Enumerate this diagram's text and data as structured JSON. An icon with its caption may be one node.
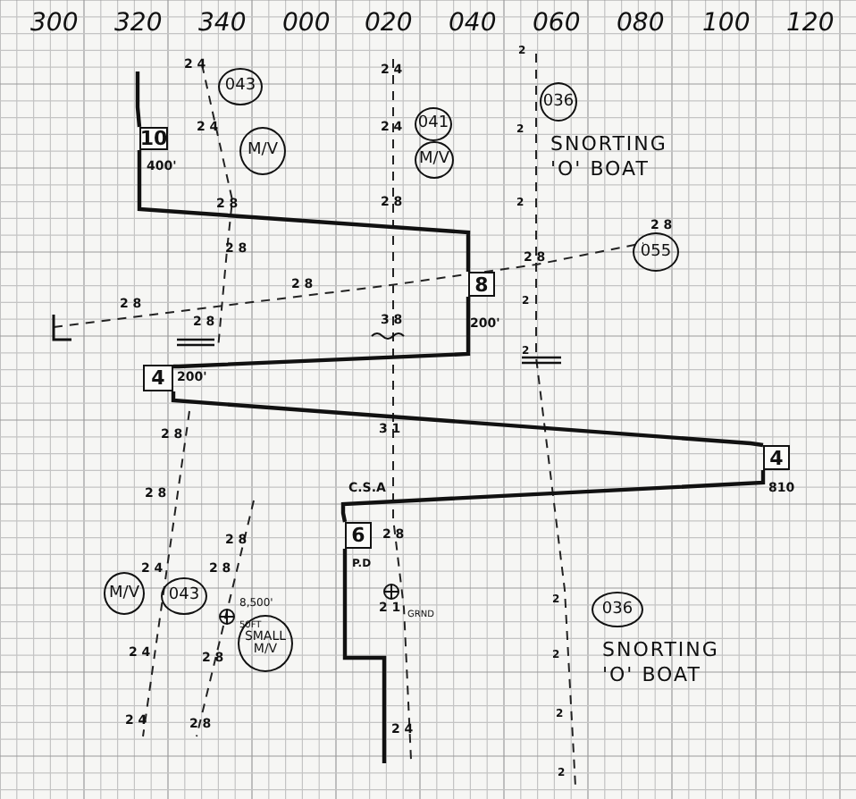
{
  "diagram": {
    "nodes": [
      {
        "text": [
          "043"
        ]
      },
      {
        "text": [
          "036"
        ]
      },
      {
        "text": [
          "041"
        ]
      },
      {
        "text": [
          "M/V"
        ]
      },
      {
        "text": [
          "M/V"
        ]
      },
      {
        "text": [
          "10"
        ],
        "beside": [
          "400'"
        ]
      },
      {
        "text": [
          "055"
        ],
        "beside": [
          "2 8"
        ]
      },
      {
        "text": [
          "8"
        ],
        "beside": [
          "200'"
        ]
      },
      {
        "text": [
          "4"
        ],
        "beside": [
          "200'"
        ]
      },
      {
        "text": [
          "4"
        ],
        "beside": [
          "810"
        ]
      },
      {
        "text": [
          "6"
        ]
      },
      {
        "text": [
          "M/V"
        ]
      },
      {
        "text": [
          "043"
        ]
      },
      {
        "text": [
          "036"
        ]
      },
      {
        "text": [
          "SMALL M/V"
        ]
      }
    ],
    "edges": [
      {
        "from": null,
        "to": 5,
        "arrow": "none"
      },
      {
        "from": 5,
        "to": 7,
        "arrow": "none"
      },
      {
        "from": 7,
        "to": 8,
        "arrow": "none"
      },
      {
        "from": 8,
        "to": 9,
        "arrow": "none"
      },
      {
        "from": 9,
        "to": 10,
        "arrow": "none"
      },
      {
        "from": 10,
        "to": null,
        "arrow": "none"
      }
    ],
    "labels": [
      "300",
      "320",
      "340",
      "000",
      "020",
      "040",
      "060",
      "080",
      "100",
      "120",
      "SNORTING 'O' BOAT",
      "C.S.A",
      "P.D",
      "8,500'",
      "50FT",
      "GRND",
      "SNORTING 'O' BOAT",
      "2 4",
      "2 4",
      "2 8",
      "2 8",
      "2 8",
      "2 8",
      "2 8",
      "2 4",
      "2 4",
      "2 8",
      "3 8",
      "2",
      "2",
      "2",
      "2 8",
      "2",
      "2",
      "3 1",
      "2 8",
      "2 1",
      "2 4",
      "2 8",
      "2 8",
      "2 4",
      "2 4",
      "2 4",
      "2 8",
      "2 8",
      "2 8",
      "2 8",
      "2",
      "2",
      "2",
      "2"
    ]
  }
}
